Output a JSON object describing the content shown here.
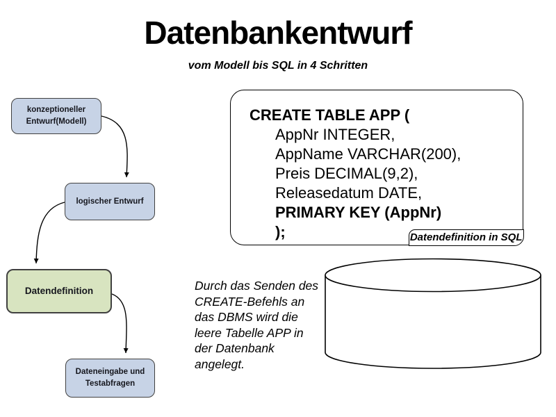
{
  "title": "Datenbankentwurf",
  "subtitle": "vom Modell bis SQL in 4 Schritten",
  "flowchart": {
    "steps": [
      {
        "label": "konzeptioneller Entwurf(Modell)"
      },
      {
        "label": "logischer Entwurf"
      },
      {
        "label": "Datendefinition"
      },
      {
        "label": "Dateneingabe und Testabfragen"
      }
    ]
  },
  "sql_panel": {
    "lines": [
      "CREATE TABLE APP (",
      "AppNr INTEGER,",
      "AppName VARCHAR(200),",
      "Preis DECIMAL(9,2),",
      "Releasedatum DATE,",
      "PRIMARY KEY (AppNr)",
      ");"
    ],
    "caption": "Datendefinition in SQL"
  },
  "note": {
    "lines": [
      "Durch das Senden des",
      "CREATE-Befehls an",
      "das DBMS wird die",
      "leere Tabelle APP in",
      "der Datenbank",
      "angelegt."
    ]
  },
  "colors": {
    "box_blue": "#c7d3e6",
    "box_green": "#d8e4c0",
    "box_border": "#404040",
    "ink": "#000000"
  }
}
